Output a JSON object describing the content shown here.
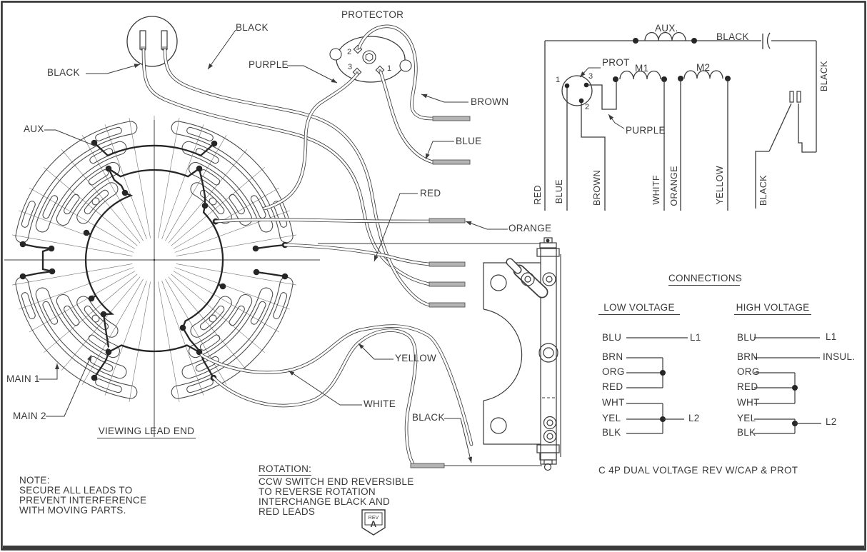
{
  "drawing": {
    "labels": {
      "black_plug_left": "BLACK",
      "black_plug_top": "BLACK",
      "protector": "PROTECTOR",
      "purple": "PURPLE",
      "brown": "BROWN",
      "blue": "BLUE",
      "red": "RED",
      "orange": "ORANGE",
      "yellow": "YELLOW",
      "white": "WHITE",
      "black_bottom": "BLACK",
      "aux": "AUX",
      "main1": "MAIN 1",
      "main2": "MAIN 2",
      "caption": "VIEWING LEAD END",
      "pin1": "1",
      "pin2": "2",
      "pin3": "3"
    }
  },
  "note": {
    "lines": [
      "NOTE:",
      "SECURE ALL LEADS TO",
      "PREVENT INTERFERENCE",
      "WITH MOVING PARTS."
    ]
  },
  "rotation": {
    "title": "ROTATION:",
    "lines": [
      "CCW SWITCH END REVERSIBLE",
      "TO REVERSE ROTATION",
      "INTERCHANGE BLACK AND",
      "RED LEADS"
    ]
  },
  "rev_badge": {
    "small": "REV",
    "letter": "A"
  },
  "schematic": {
    "aux": "AUX.",
    "black_top": "BLACK",
    "black_right": "BLACK",
    "black_bottom": "BLACK",
    "prot": "PROT",
    "purple": "PURPLE",
    "m1": "M1",
    "m2": "M2",
    "pin1": "1",
    "pin2": "2",
    "pin3": "3",
    "wire_labels": [
      "RED",
      "BLUE",
      "BROWN",
      "WHITF",
      "ORANGE",
      "YELLOW"
    ]
  },
  "connections": {
    "title": "CONNECTIONS",
    "low": {
      "title": "LOW VOLTAGE",
      "rows": [
        "BLU",
        "BRN",
        "ORG",
        "RED",
        "WHT",
        "YEL",
        "BLK"
      ],
      "l1": "L1",
      "l2": "L2"
    },
    "high": {
      "title": "HIGH VOLTAGE",
      "rows": [
        "BLU",
        "BRN",
        "ORG",
        "RED",
        "WHT",
        "YEL",
        "BLK"
      ],
      "l1": "L1",
      "insul": "INSUL.",
      "l2": "L2"
    },
    "footer_left": "C 4P DUAL VOLTAGE",
    "footer_right": "REV W/CAP & PROT"
  }
}
